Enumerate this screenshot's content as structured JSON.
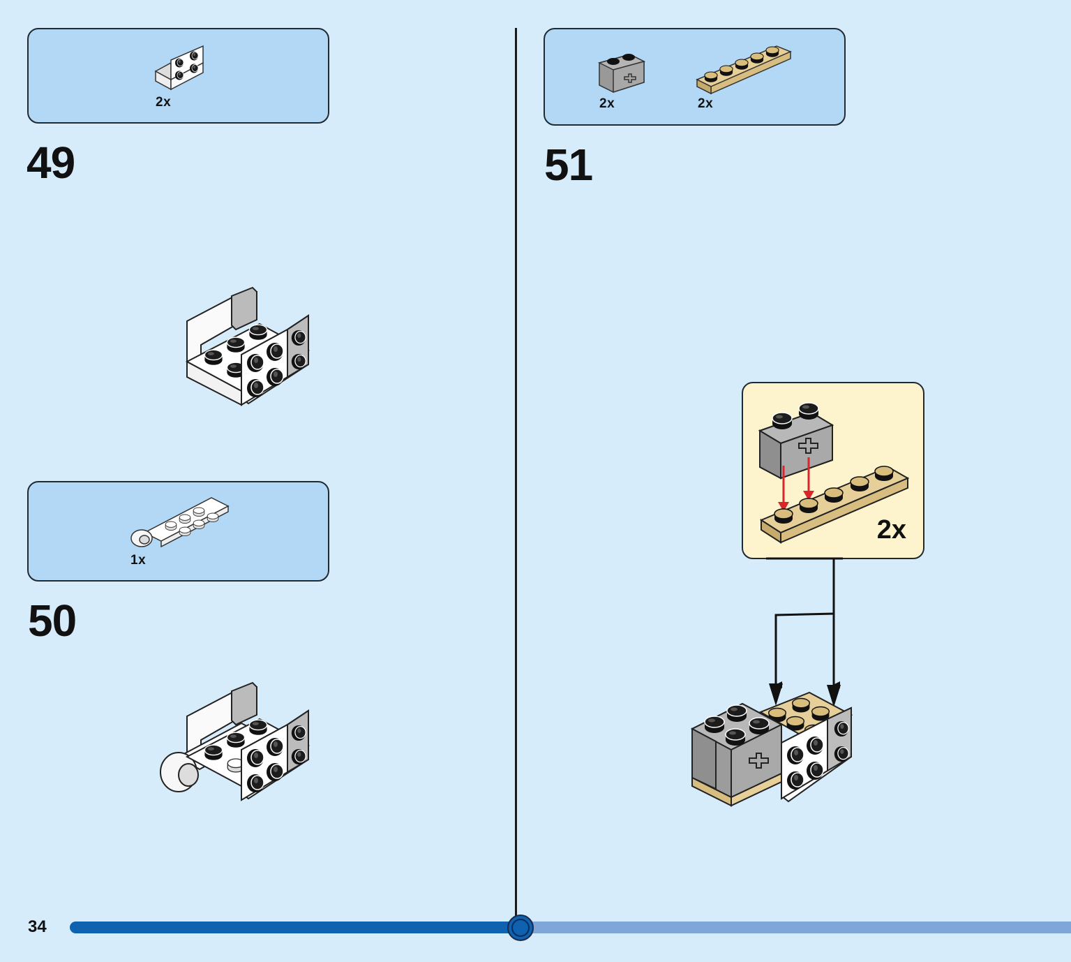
{
  "page_number": "34",
  "progress": {
    "fraction": 0.45
  },
  "steps": [
    {
      "number": "49",
      "parts": [
        {
          "icon": "bracket-1x2-2x2-white-icon",
          "qty": "2x"
        }
      ]
    },
    {
      "number": "50",
      "parts": [
        {
          "icon": "plate-2x4-with-pin-hole-white-icon",
          "qty": "1x"
        }
      ]
    },
    {
      "number": "51",
      "parts": [
        {
          "icon": "technic-brick-1x2-axle-hole-grey-icon",
          "qty": "2x"
        },
        {
          "icon": "plate-1x6-tan-icon",
          "qty": "2x"
        }
      ]
    }
  ],
  "callout": {
    "qty": "2x"
  },
  "colors": {
    "background": "#d6ecfb",
    "parts_box": "#b3d8f5",
    "callout": "#fdf3cc",
    "progress": "#0e62b0",
    "progress_rest": "#7fa6d8",
    "arrow_red": "#d9262b",
    "tan": "#e6cf98",
    "grey": "#9a9a9a"
  }
}
